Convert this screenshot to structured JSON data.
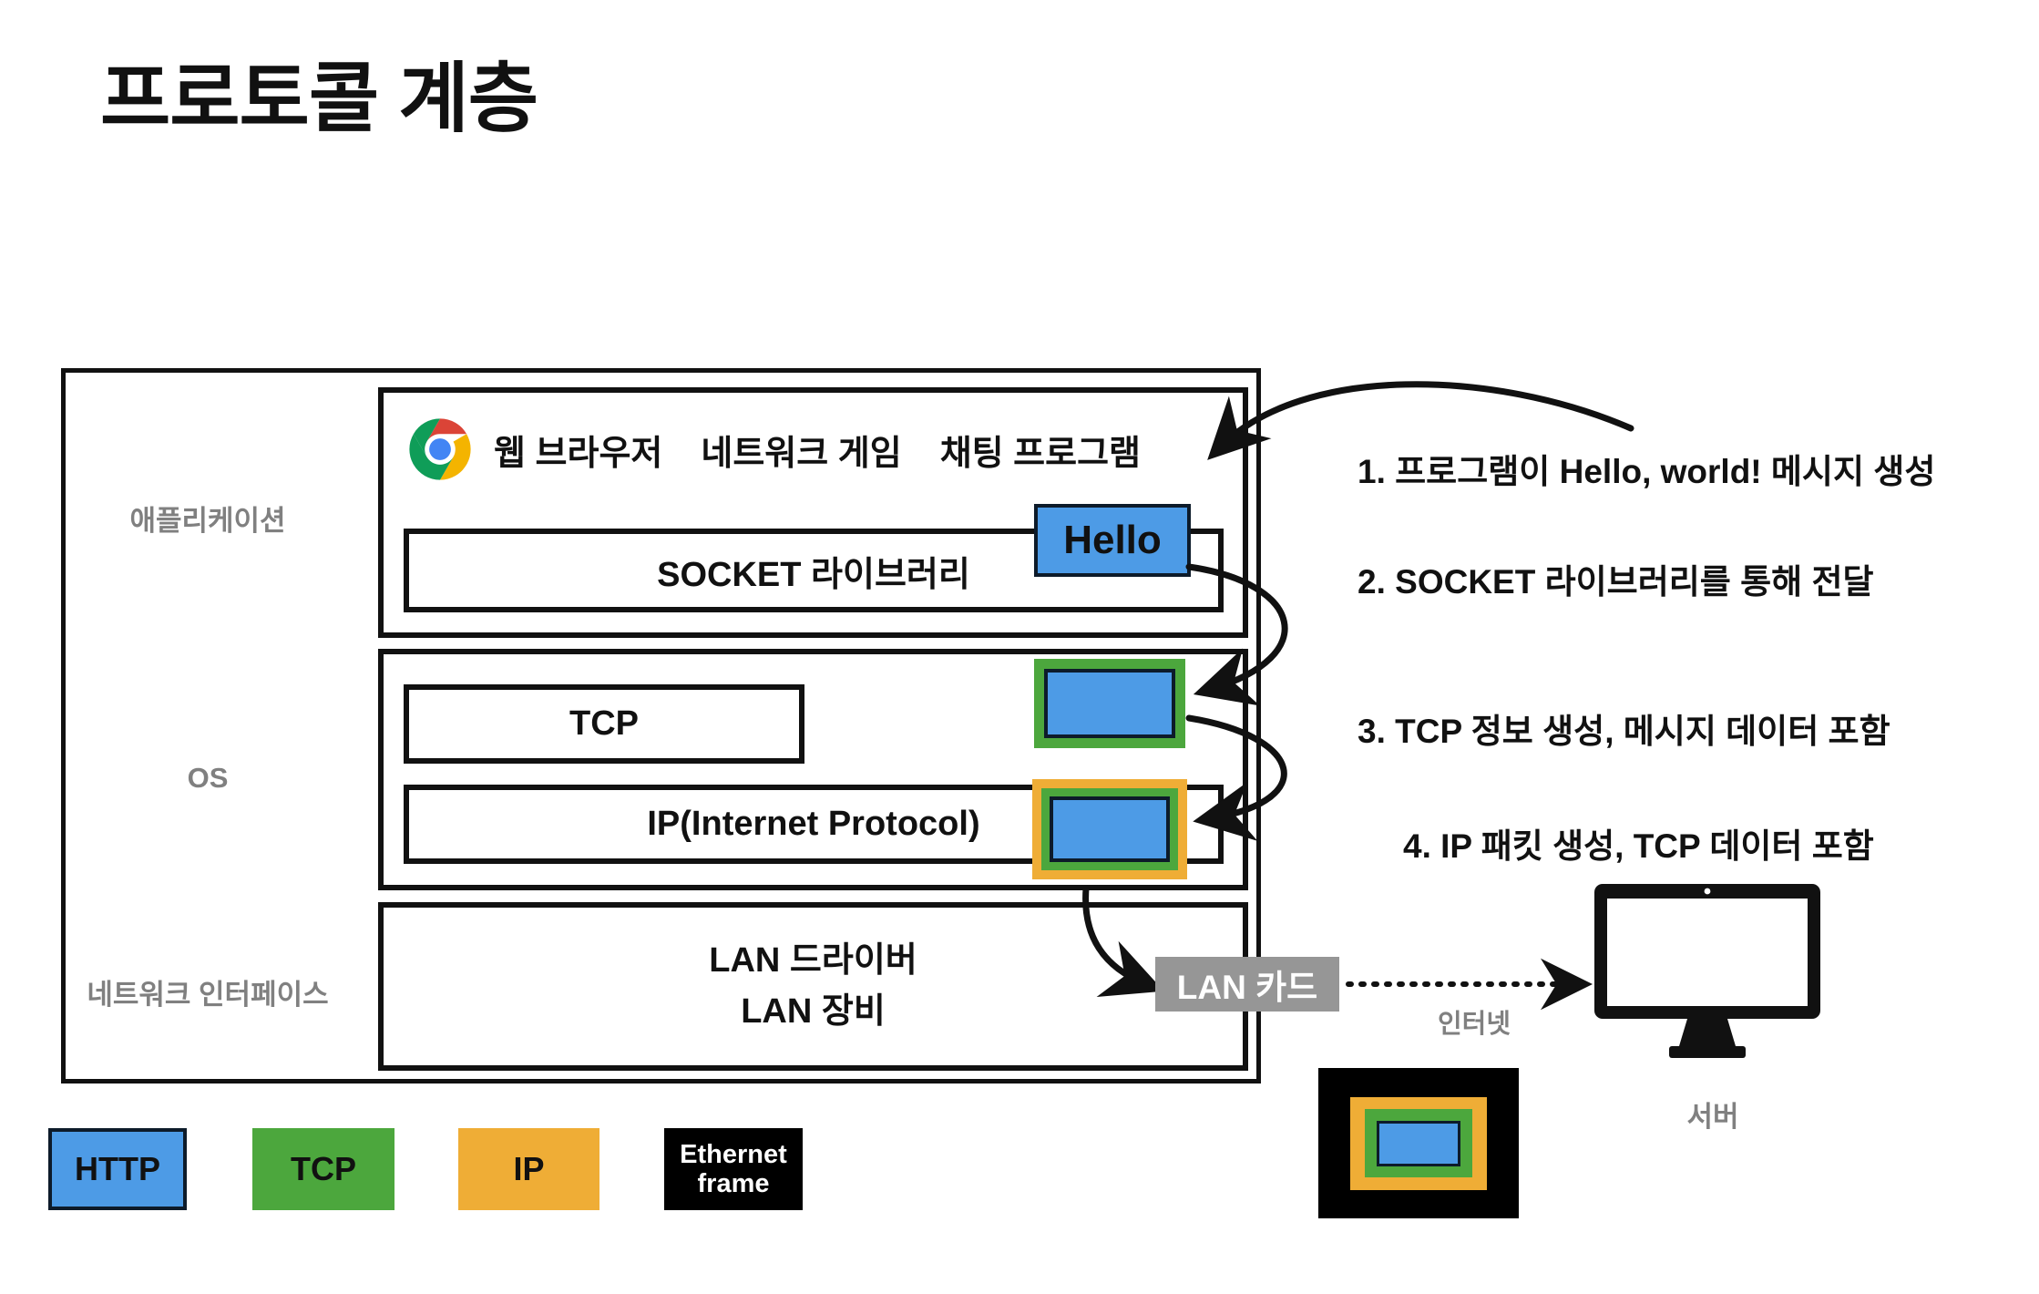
{
  "title": "프로토콜 계층",
  "layer_labels": {
    "application": "애플리케이션",
    "os": "OS",
    "network_interface": "네트워크 인터페이스"
  },
  "application_layer": {
    "icon": "chrome-icon",
    "programs": [
      "웹 브라우저",
      "네트워크 게임",
      "채팅 프로그램"
    ],
    "socket_library": "SOCKET 라이브러리",
    "hello_packet": "Hello"
  },
  "os_layer": {
    "tcp": "TCP",
    "ip": "IP(Internet Protocol)"
  },
  "network_interface_layer": {
    "driver": "LAN 드라이버",
    "device": "LAN 장비"
  },
  "steps": [
    "1. 프로그램이 Hello, world! 메시지 생성",
    "2. SOCKET 라이브러리를 통해 전달",
    "3. TCP 정보 생성, 메시지 데이터 포함",
    "4. IP 패킷 생성, TCP 데이터 포함"
  ],
  "network": {
    "lan_card": "LAN 카드",
    "internet": "인터넷",
    "server": "서버"
  },
  "legend": [
    {
      "label": "HTTP",
      "color": "#4d9be6"
    },
    {
      "label": "TCP",
      "color": "#4ca73d"
    },
    {
      "label": "IP",
      "color": "#efad36"
    },
    {
      "label_line1": "Ethernet",
      "label_line2": "frame",
      "color": "#000000"
    }
  ],
  "colors": {
    "http_blue": "#4d9be6",
    "tcp_green": "#4ca73d",
    "ip_orange": "#efad36",
    "ethernet_black": "#000000",
    "label_gray": "#808080",
    "badge_gray": "#969696",
    "outline_black": "#111111"
  }
}
